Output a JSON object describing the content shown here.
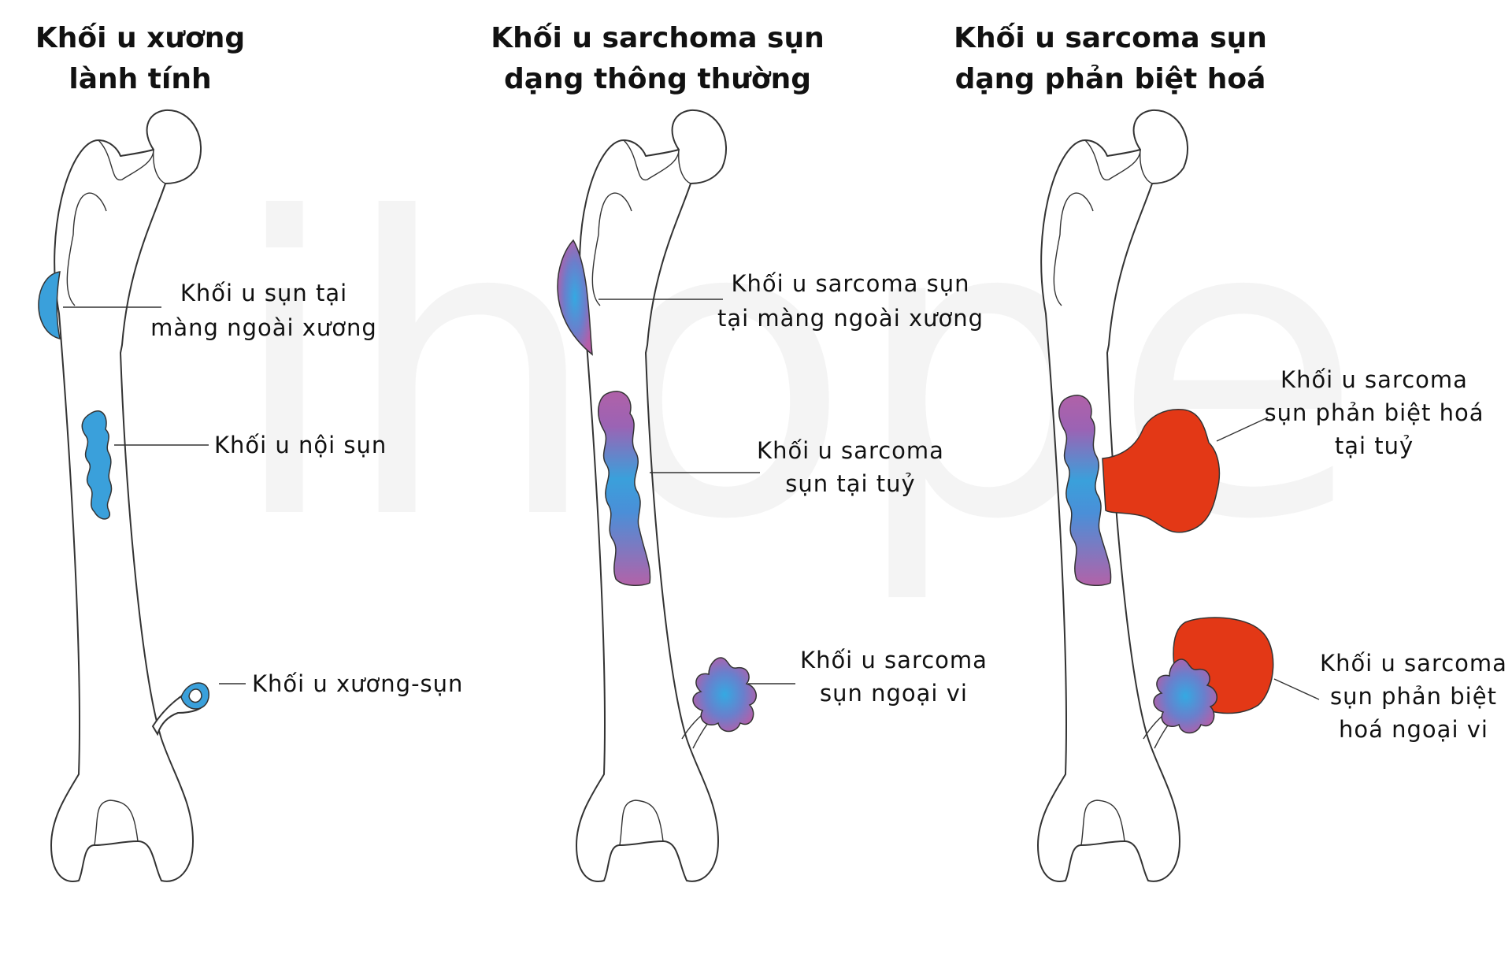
{
  "watermark": "ihope",
  "colors": {
    "benign_blue": "#3aa0db",
    "malignant_purple": "#a25ba6",
    "dedifferentiated_red": "#e33816",
    "bone_outline": "#333333"
  },
  "panels": [
    {
      "title_line1": "Khối u xương",
      "title_line2": "lành tính",
      "labels": [
        {
          "line1": "Khối u sụn tại",
          "line2": "màng ngoài xương"
        },
        {
          "line1": "Khối u nội sụn",
          "line2": ""
        },
        {
          "line1": "Khối u xương-sụn",
          "line2": ""
        }
      ]
    },
    {
      "title_line1": "Khối u sarchoma sụn",
      "title_line2": "dạng thông thường",
      "labels": [
        {
          "line1": "Khối u sarcoma sụn",
          "line2": "tại màng ngoài xương"
        },
        {
          "line1": "Khối u sarcoma",
          "line2": "sụn tại tuỷ"
        },
        {
          "line1": "Khối u sarcoma",
          "line2": "sụn ngoại vi"
        }
      ]
    },
    {
      "title_line1": "Khối u sarcoma sụn",
      "title_line2": "dạng phản biệt hoá",
      "labels": [
        {
          "line1": "Khối u sarcoma",
          "line2": "sụn phản biệt hoá",
          "line3": "tại tuỷ"
        },
        {
          "line1": "Khối u sarcoma",
          "line2": "sụn phản biệt",
          "line3": "hoá ngoại vi"
        }
      ]
    }
  ]
}
